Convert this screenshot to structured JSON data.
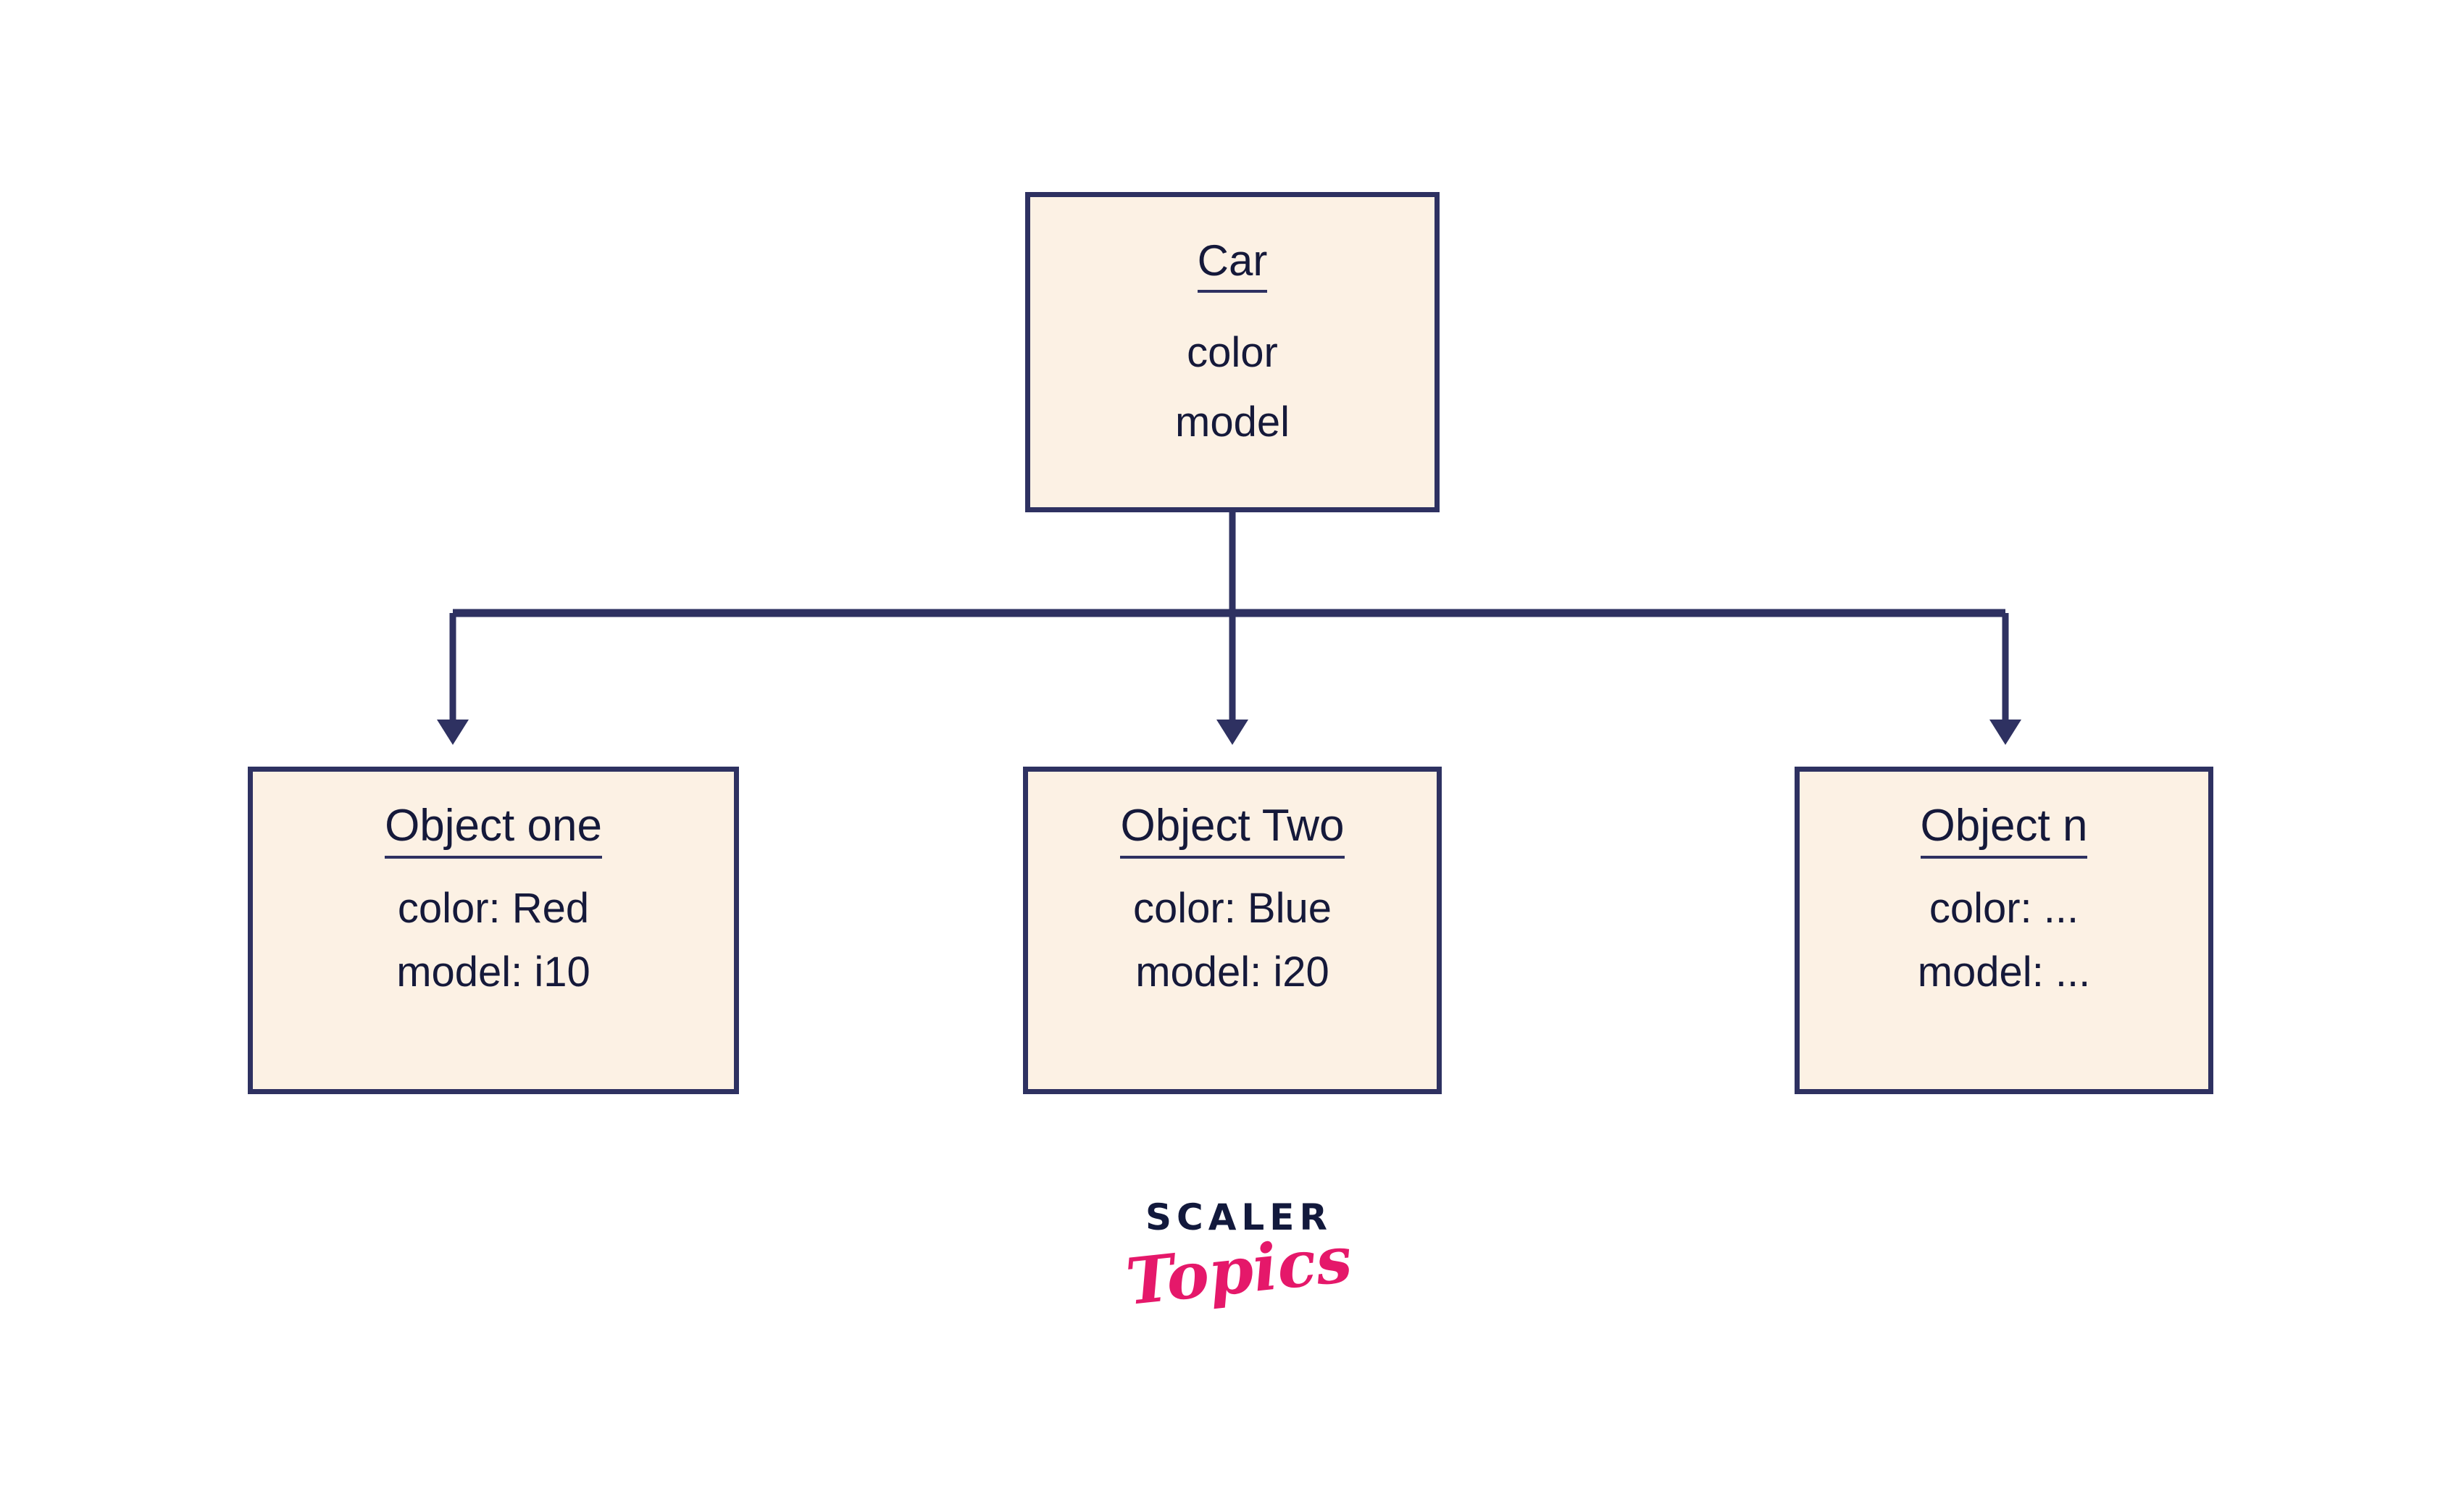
{
  "diagram": {
    "type": "class-object-hierarchy",
    "root": {
      "title": "Car",
      "attributes": [
        "color",
        "model"
      ]
    },
    "children": [
      {
        "title": "Object one",
        "attributes": [
          "color: Red",
          "model: i10"
        ]
      },
      {
        "title": "Object Two",
        "attributes": [
          "color: Blue",
          "model: i20"
        ]
      },
      {
        "title": "Object n",
        "attributes": [
          "color: ...",
          "model: ..."
        ]
      }
    ],
    "connector": {
      "style": "orthogonal-tree",
      "arrowhead": "filled-triangle",
      "line_color": "#2E3161"
    },
    "colors": {
      "box_fill": "#FCF1E4",
      "box_border": "#2E3161",
      "text": "#15193A",
      "canvas_background": "#FFFFFF"
    }
  },
  "logo": {
    "primary": "SCALER",
    "secondary": "Topics",
    "primary_color": "#12193C",
    "secondary_color": "#E5186A"
  }
}
